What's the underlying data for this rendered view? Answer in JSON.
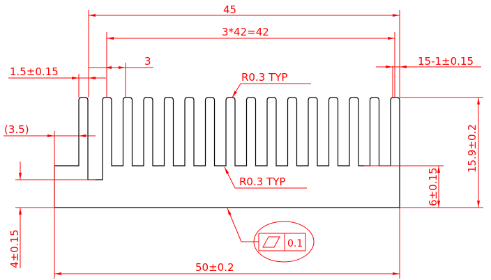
{
  "dimensions": {
    "overall_width": "45",
    "fin_pitch": "3*42=42",
    "fin_spacing": "3",
    "fin_thickness_left": "1.5±0.15",
    "fin_thickness_right": "15-1±0.15",
    "left_offset": "(3.5)",
    "radius_top": "R0.3 TYP",
    "radius_bottom": "R0.3 TYP",
    "fin_height": "15.9±0.2",
    "base_height": "6±0.15",
    "step_height": "4±0.15",
    "base_width": "50±0.2"
  },
  "flatness_callout": {
    "symbol": "flatness-parallelogram",
    "tolerance": "0.1"
  },
  "colors": {
    "dimension": "#ff0000",
    "outline": "#000000"
  }
}
